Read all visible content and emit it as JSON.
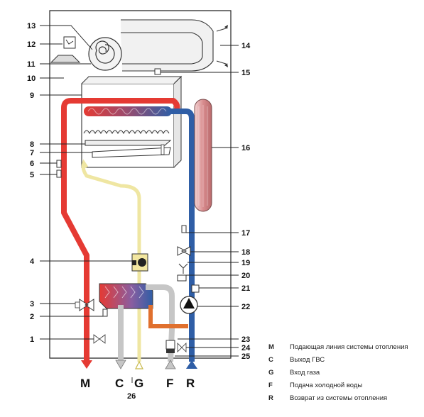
{
  "callouts": [
    "1",
    "2",
    "3",
    "4",
    "5",
    "6",
    "7",
    "8",
    "9",
    "10",
    "11",
    "12",
    "13",
    "14",
    "15",
    "16",
    "17",
    "18",
    "19",
    "20",
    "21",
    "22",
    "23",
    "24",
    "25",
    "26"
  ],
  "pipe_labels": [
    "M",
    "C",
    "G",
    "F",
    "R"
  ],
  "legend": [
    {
      "key": "M",
      "text": "Подающая линия системы отопления"
    },
    {
      "key": "C",
      "text": "Выход ГВС"
    },
    {
      "key": "G",
      "text": "Вход газа"
    },
    {
      "key": "F",
      "text": "Подача холодной воды"
    },
    {
      "key": "R",
      "text": "Возврат из системы отопления"
    }
  ],
  "colors": {
    "supply_red": "#e53a33",
    "return_blue": "#2f5ea6",
    "gas_yellow": "#f4ecb0",
    "dhw_grey": "#c6c6c6",
    "pump_orange": "#e0702e",
    "vessel_red": "#d9999a"
  }
}
